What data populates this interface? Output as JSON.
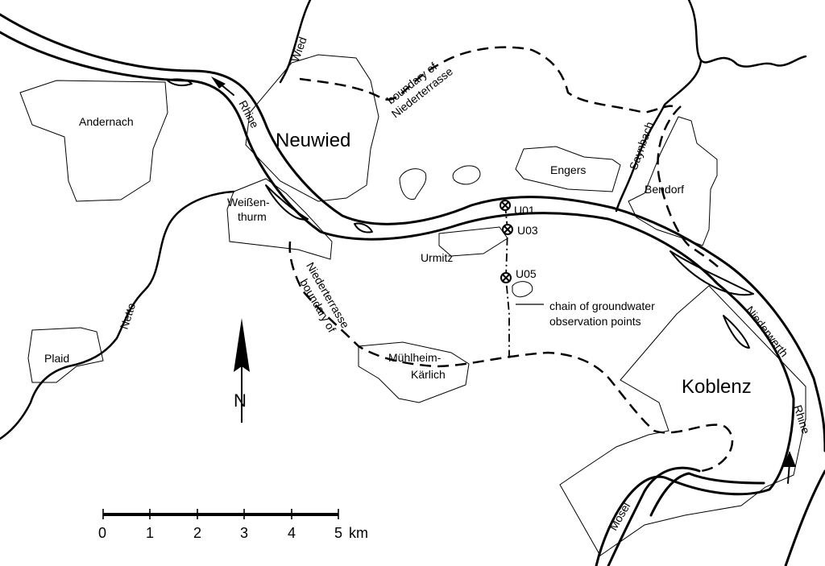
{
  "towns": {
    "andernach": "Andernach",
    "neuwied": "Neuwied",
    "weissenthurm_1": "Weißen-",
    "weissenthurm_2": "thurm",
    "engers": "Engers",
    "bendorf": "Bendorf",
    "urmitz": "Urmitz",
    "muehlheim_1": "Mühlheim-",
    "muehlheim_2": "Kärlich",
    "koblenz": "Koblenz",
    "plaid": "Plaid",
    "niederwerth": "Niederwerth"
  },
  "rivers": {
    "wied": "Wied",
    "rhine": "Rhine",
    "saynbach": "Saynbach",
    "nette": "Nette",
    "mosel": "Mosel"
  },
  "annotations": {
    "boundary_line1": "boundary of",
    "boundary_line2": "Niederterrasse",
    "chain_line1": "chain of groundwater",
    "chain_line2": "observation points"
  },
  "observation_points": [
    "U01",
    "U03",
    "U05"
  ],
  "north_arrow": {
    "label": "N"
  },
  "scale_bar": {
    "ticks": [
      "0",
      "1",
      "2",
      "3",
      "4",
      "5"
    ],
    "unit": "km"
  }
}
